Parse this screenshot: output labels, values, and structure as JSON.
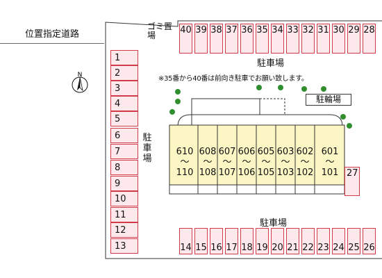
{
  "road_label": "位置指定道路",
  "north_label": "N",
  "garbage_label": "ゴミ置場",
  "parking_label": "駐車場",
  "bicycle_label": "駐輪場",
  "note": "※35番から40番は前向き駐車でお願い致します。",
  "left_stalls": [
    "1",
    "2",
    "3",
    "4",
    "5",
    "6",
    "7",
    "8",
    "9",
    "10",
    "11",
    "12",
    "13"
  ],
  "top_stalls": [
    "40",
    "39",
    "38",
    "37",
    "36",
    "35",
    "34",
    "33",
    "32",
    "31",
    "30",
    "29",
    "28"
  ],
  "bottom_stalls": [
    "14",
    "15",
    "16",
    "17",
    "18",
    "19",
    "20",
    "21",
    "22",
    "23",
    "24",
    "25",
    "26"
  ],
  "side_stall": "27",
  "units": [
    {
      "top": "610",
      "tilde": "〜",
      "bottom": "110"
    },
    {
      "top": "608",
      "tilde": "〜",
      "bottom": "108"
    },
    {
      "top": "607",
      "tilde": "〜",
      "bottom": "107"
    },
    {
      "top": "606",
      "tilde": "〜",
      "bottom": "106"
    },
    {
      "top": "605",
      "tilde": "〜",
      "bottom": "105"
    },
    {
      "top": "603",
      "tilde": "〜",
      "bottom": "103"
    },
    {
      "top": "602",
      "tilde": "〜",
      "bottom": "102"
    },
    {
      "top": "601",
      "tilde": "〜",
      "bottom": "101"
    }
  ],
  "colors": {
    "stall_border": "#d23a4a",
    "stall_fill": "#fde9ec",
    "building_fill": "#fbf6c4",
    "tree": "#2f8f2f"
  }
}
